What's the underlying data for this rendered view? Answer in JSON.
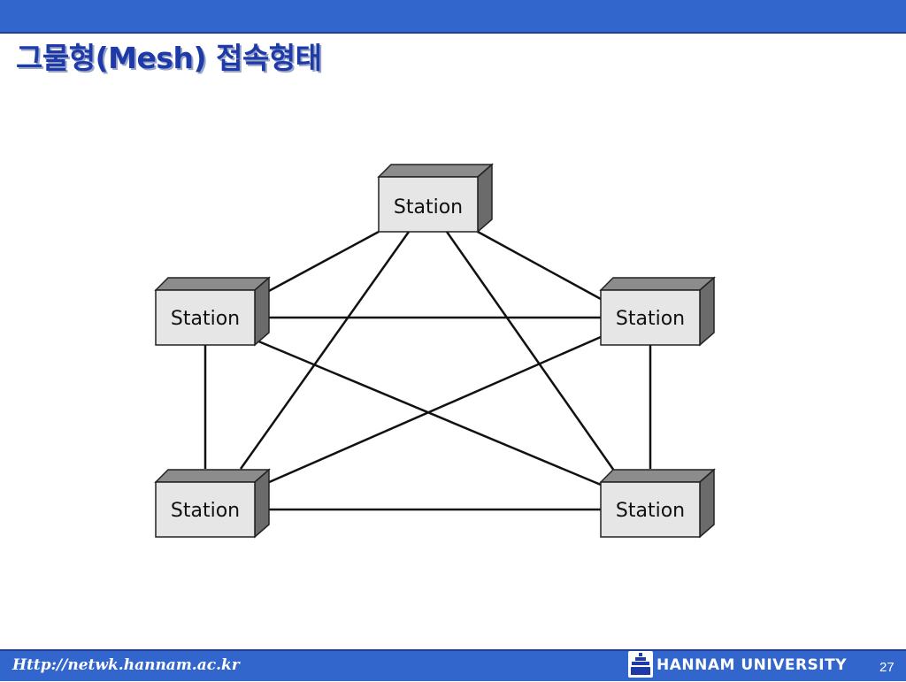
{
  "slide": {
    "title": "그물형(Mesh) 접속형태",
    "page_number": "27"
  },
  "footer": {
    "url": "Http://netwk.hannam.ac.kr",
    "university": "HANNAM  UNIVERSITY"
  },
  "colors": {
    "bar": "#3366cc",
    "title": "#1d3aa8",
    "box_front": "#e6e6e6",
    "box_top": "#8c8c8c",
    "box_side": "#6b6b6b"
  },
  "diagram": {
    "stations": [
      {
        "id": "top",
        "label": "Station"
      },
      {
        "id": "middle-left",
        "label": "Station"
      },
      {
        "id": "middle-right",
        "label": "Station"
      },
      {
        "id": "bottom-left",
        "label": "Station"
      },
      {
        "id": "bottom-right",
        "label": "Station"
      }
    ]
  }
}
